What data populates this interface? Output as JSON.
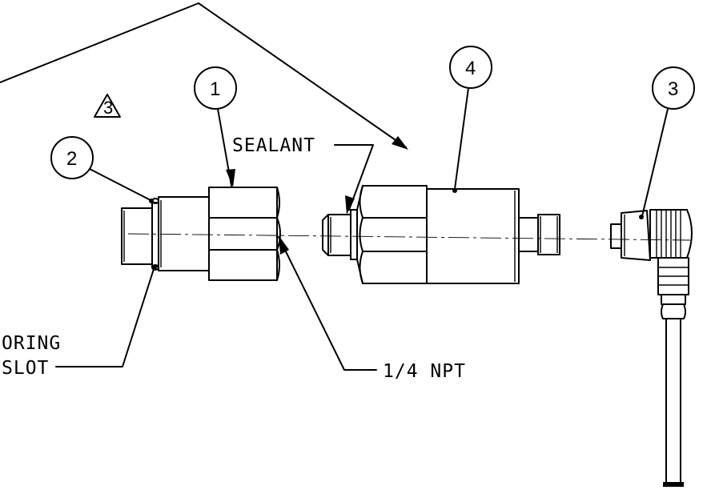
{
  "callouts": {
    "item_1": "1",
    "item_2": "2",
    "item_3": "3",
    "item_4": "4",
    "revision_triangle": "3"
  },
  "notes": {
    "sealant": "SEALANT",
    "oring_line1": "ORING",
    "oring_line2": "SLOT",
    "thread": "1/4 NPT"
  }
}
